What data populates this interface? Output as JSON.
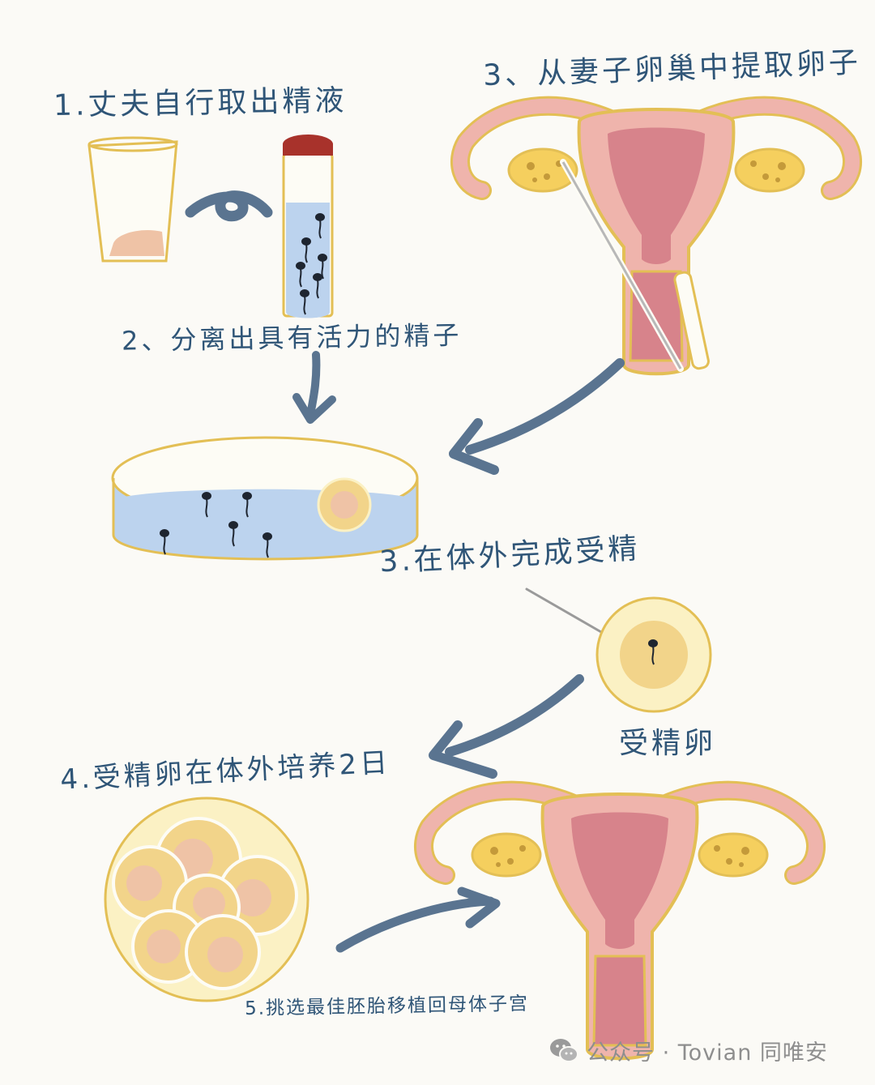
{
  "labels": {
    "step1": "1.丈夫自行取出精液",
    "step2": "2、分离出具有活力的精子",
    "step3a": "3、从妻子卵巢中提取卵子",
    "step3b": "3.在体外完成受精",
    "fertilized_egg": "受精卵",
    "step4": "4.受精卵在体外培养2日",
    "step5": "5.挑选最佳胚胎移植回母体子宫"
  },
  "watermark": {
    "text": "公众号 · Tovian 同唯安",
    "icon": "wechat-icon"
  },
  "colors": {
    "ink": "#2f5577",
    "arrow": "#5a7490",
    "gold": "#e3bf55",
    "cream": "#fbf1c4",
    "pink": "#efb4ac",
    "uterus_inner": "#d7838b",
    "liquid": "#bcd3ee",
    "cap": "#a8322b",
    "yolk": "#f2d48a",
    "peach": "#efc3a6"
  }
}
